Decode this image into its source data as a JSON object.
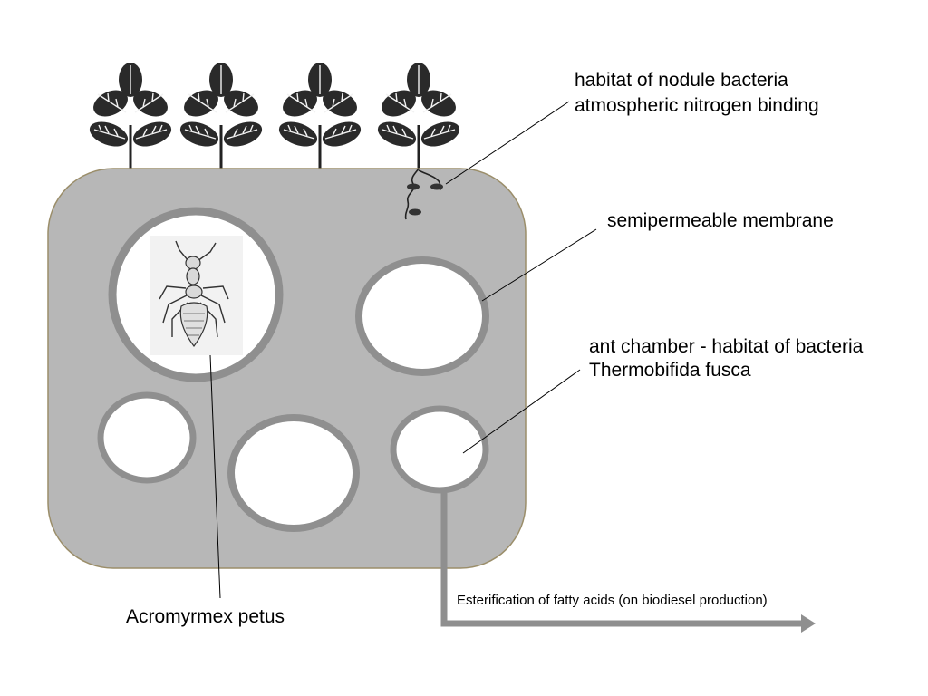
{
  "labels": {
    "nodule_line1": "habitat of nodule bacteria",
    "nodule_line2": "atmospheric nitrogen binding",
    "membrane": "semipermeable membrane",
    "chamber_line1": "ant chamber - habitat of bacteria",
    "chamber_line2": "Thermobifida fusca",
    "ant_species": "Acromyrmex petus",
    "output": "Esterification of fatty acids (on biodiesel production)"
  },
  "colors": {
    "soil_fill": "#b7b7b7",
    "soil_border": "#9b8e6a",
    "chamber_ring": "#8f8f8f",
    "chamber_fill": "#ffffff",
    "plant_leaf": "#2a2a2a",
    "arrow": "#8f8f8f",
    "leader_line": "#000000"
  },
  "icons": {
    "plant": "seedling-icon",
    "ant": "ant-icon",
    "nodule": "root-nodule-icon"
  }
}
